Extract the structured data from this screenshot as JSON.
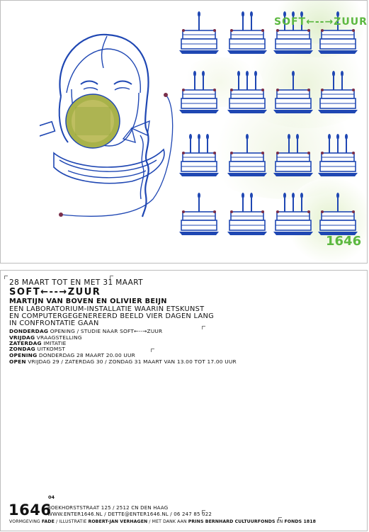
{
  "front": {
    "brand_top": "SOFT←--→ZUUR",
    "brand_bottom": "1646"
  },
  "back": {
    "dates": "28 maart tot en met 31 maart",
    "title": "SOFT←--→ZUUR",
    "artists": "Martijn van Boven en Olivier Beijn",
    "description_lines": [
      "Een laboratorium-installatie waarin etskunst",
      "en computergegenereerd beeld vier dagen lang",
      "in confrontatie gaan"
    ],
    "schedule": [
      {
        "day": "Donderdag",
        "text": "opening / studie naar SOFT←--→ZUUR"
      },
      {
        "day": "Vrijdag",
        "text": "vraagstelling"
      },
      {
        "day": "Zaterdag",
        "text": "imitatie"
      },
      {
        "day": "Zondag",
        "text": "uitkomst"
      }
    ],
    "opening_label": "Opening",
    "opening_text": "donderdag 28 maart 20.00 uur",
    "open_label": "Open",
    "open_text": "vrijdag 29 / zaterdag 30 / zondag 31 maart van 13.00 tot 17.00 uur",
    "logo": "1646",
    "issue": "04",
    "address": "Boekhorststraat 125 / 2512 CN Den Haag",
    "contact": "www.enter1646.nl / dette@enter1646.nl / 06 247 85 022",
    "credits_prefix": "Vormgeving",
    "designer": "Fade",
    "illustration_prefix": "/ Illustratie",
    "illustrator": "Robert-Jan Verhagen",
    "thanks_prefix": "/ met dank aan",
    "sponsor1": "Prins Bernhard Cultuurfonds",
    "thanks_and": "en",
    "sponsor2": "Fonds 1818"
  }
}
